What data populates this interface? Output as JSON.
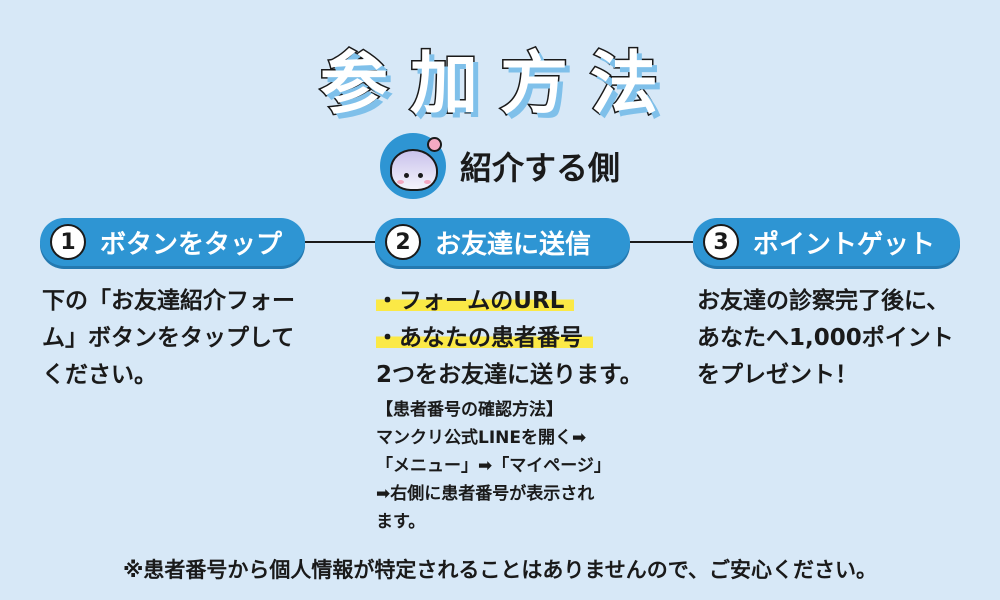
{
  "title": "参加方法",
  "section": {
    "icon": "mascot-icon",
    "label": "紹介する側"
  },
  "colors": {
    "background": "#d7e8f7",
    "accent": "#2e95d3",
    "highlight": "#fbe946"
  },
  "steps": [
    {
      "number": "1",
      "label": "ボタンをタップ",
      "lines": [
        "下の「お友達紹介フォー",
        "ム」ボタンをタップして",
        "ください。"
      ]
    },
    {
      "number": "2",
      "label": "お友達に送信",
      "bullets": [
        "・フォームのURL",
        "・あなたの患者番号"
      ],
      "text": "2つをお友達に送ります。",
      "sub_lines": [
        "【患者番号の確認方法】",
        "マンクリ公式LINEを開く➡",
        "「メニュー」➡「マイページ」",
        "➡右側に患者番号が表示され",
        "ます。"
      ]
    },
    {
      "number": "3",
      "label": "ポイントゲット",
      "lines": [
        "お友達の診察完了後に、",
        "あなたへ1,000ポイント",
        "をプレゼント！"
      ]
    }
  ],
  "note": "※患者番号から個人情報が特定されることはありませんので、ご安心ください。"
}
